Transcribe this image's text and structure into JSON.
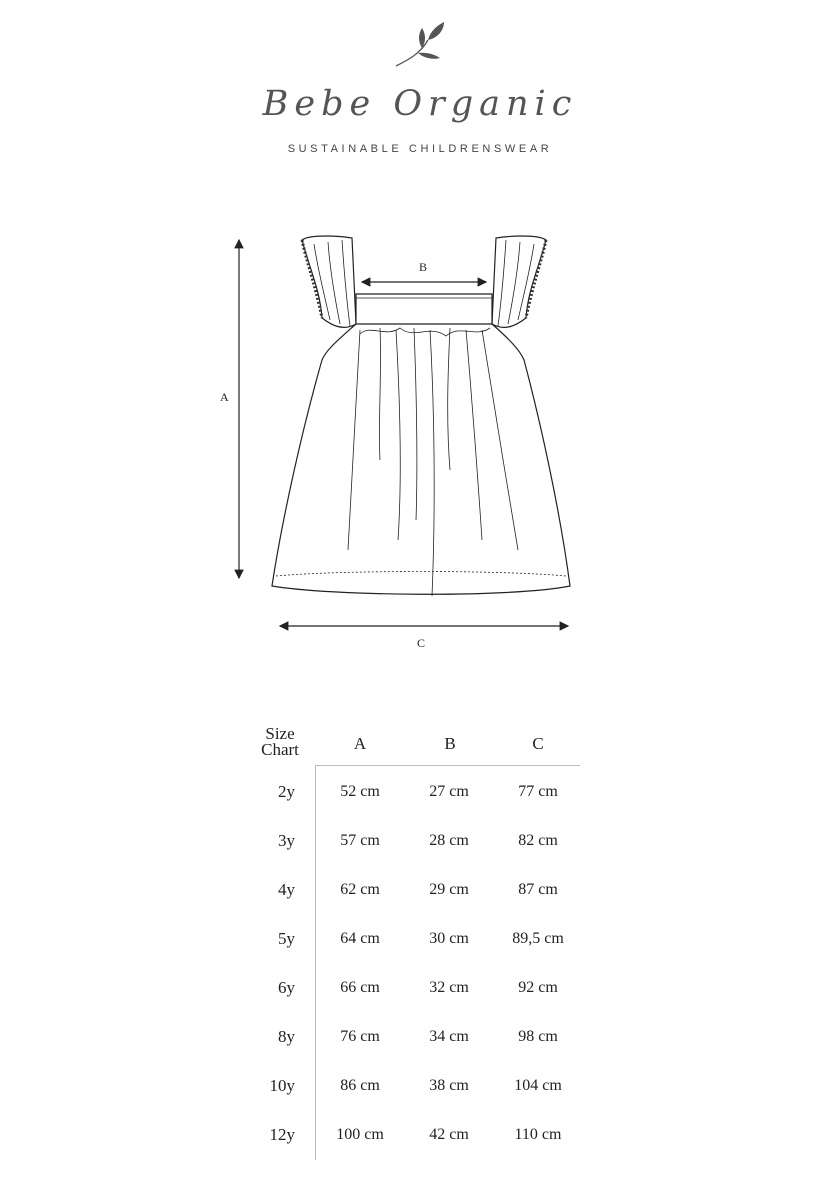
{
  "brand": {
    "name": "Bebe Organic",
    "tagline": "SUSTAINABLE CHILDRENSWEAR",
    "logo_icon": "leaf-sprig-icon"
  },
  "diagram": {
    "label_a": "A",
    "label_b": "B",
    "label_c": "C"
  },
  "table": {
    "header_line1": "Size",
    "header_line2": "Chart",
    "columns": [
      "A",
      "B",
      "C"
    ],
    "rows": [
      {
        "size": "2y",
        "a": "52 cm",
        "b": "27 cm",
        "c": "77 cm"
      },
      {
        "size": "3y",
        "a": "57 cm",
        "b": "28 cm",
        "c": "82 cm"
      },
      {
        "size": "4y",
        "a": "62 cm",
        "b": "29 cm",
        "c": "87 cm"
      },
      {
        "size": "5y",
        "a": "64 cm",
        "b": "30 cm",
        "c": "89,5 cm"
      },
      {
        "size": "6y",
        "a": "66 cm",
        "b": "32 cm",
        "c": "92 cm"
      },
      {
        "size": "8y",
        "a": "76 cm",
        "b": "34 cm",
        "c": "98 cm"
      },
      {
        "size": "10y",
        "a": "86 cm",
        "b": "38 cm",
        "c": "104 cm"
      },
      {
        "size": "12y",
        "a": "100 cm",
        "b": "42 cm",
        "c": "110 cm"
      }
    ]
  }
}
